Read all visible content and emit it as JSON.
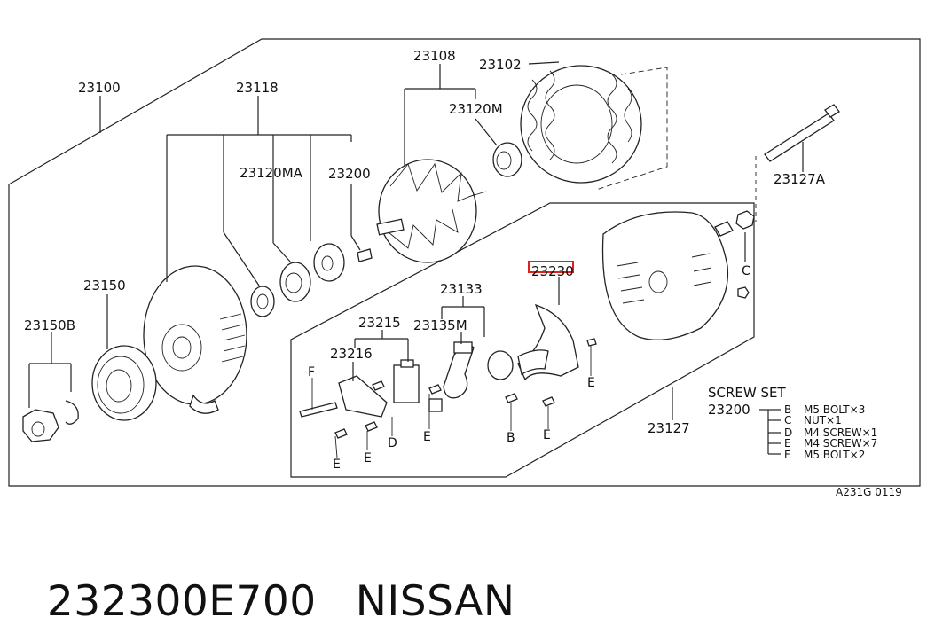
{
  "diagram": {
    "part_labels": {
      "p23100": "23100",
      "p23118": "23118",
      "p23108": "23108",
      "p23102": "23102",
      "p23120M": "23120M",
      "p23120MA": "23120MA",
      "p23200": "23200",
      "p23127A": "23127A",
      "p23150": "23150",
      "p23150B": "23150B",
      "p23133": "23133",
      "p23215": "23215",
      "p23135M": "23135M",
      "p23216": "23216",
      "p23127": "23127",
      "p23230": "23230"
    },
    "highlighted_part": "23230",
    "highlight_color": "#e0201b",
    "screw_letters": {
      "b1": "B",
      "c1": "C",
      "d1": "D",
      "e1": "E",
      "e2": "E",
      "e3": "E",
      "e4": "E",
      "e5": "E",
      "f1": "F"
    },
    "screw_set": {
      "title": "SCREW SET",
      "code": "23200",
      "items": [
        {
          "letter": "B",
          "desc": "M5 BOLT×3"
        },
        {
          "letter": "C",
          "desc": "NUT×1"
        },
        {
          "letter": "D",
          "desc": "M4 SCREW×1"
        },
        {
          "letter": "E",
          "desc": "M4 SCREW×7"
        },
        {
          "letter": "F",
          "desc": "M5 BOLT×2"
        }
      ]
    },
    "figure_code": "A231G 0119"
  },
  "footer": {
    "part_number": "232300E700",
    "brand": "NISSAN"
  }
}
